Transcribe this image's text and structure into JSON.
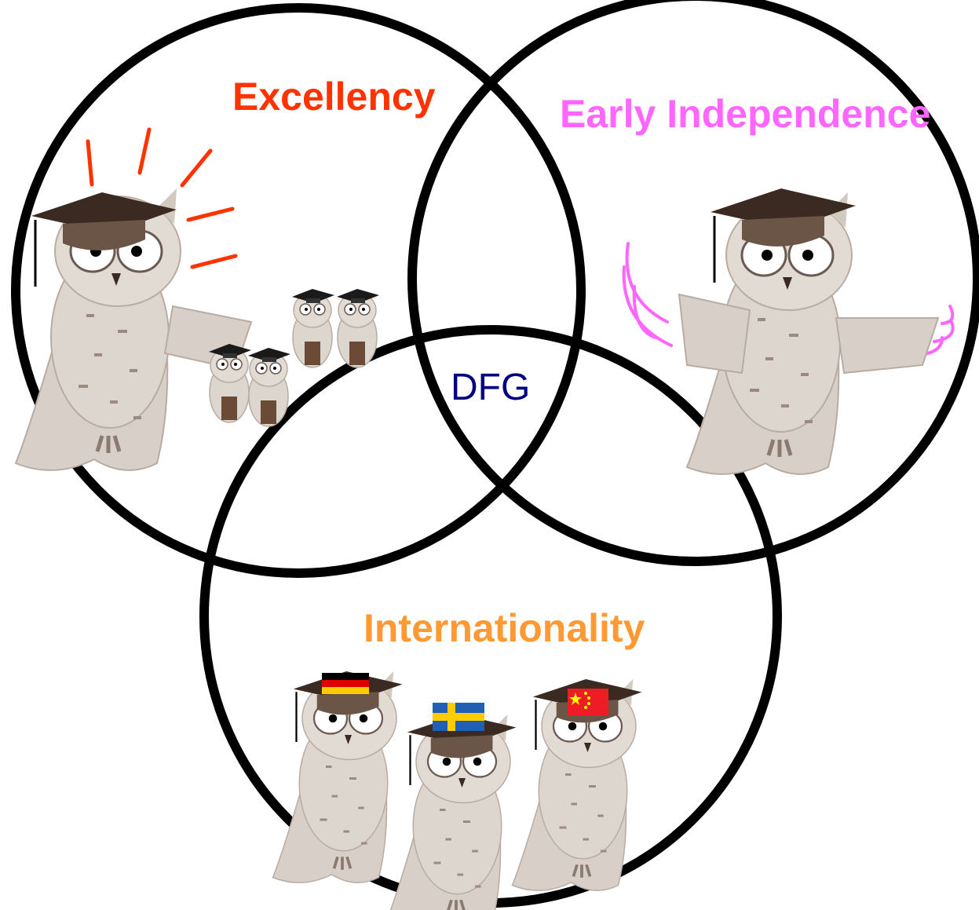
{
  "diagram": {
    "type": "venn",
    "labels": {
      "excellency": "Excellency",
      "early_independence": "Early Independence",
      "internationality": "Internationality",
      "center": "DFG"
    },
    "colors": {
      "excellency": "#ff3300",
      "early_independence": "#ff66ff",
      "internationality": "#ff9933",
      "center": "#000080",
      "outline": "#000000",
      "owl_body": "#d8d0c8",
      "owl_shade": "#9a8a80",
      "cap": "#3a2a22"
    },
    "flags": [
      "germany-flag",
      "sweden-flag",
      "china-flag"
    ]
  }
}
